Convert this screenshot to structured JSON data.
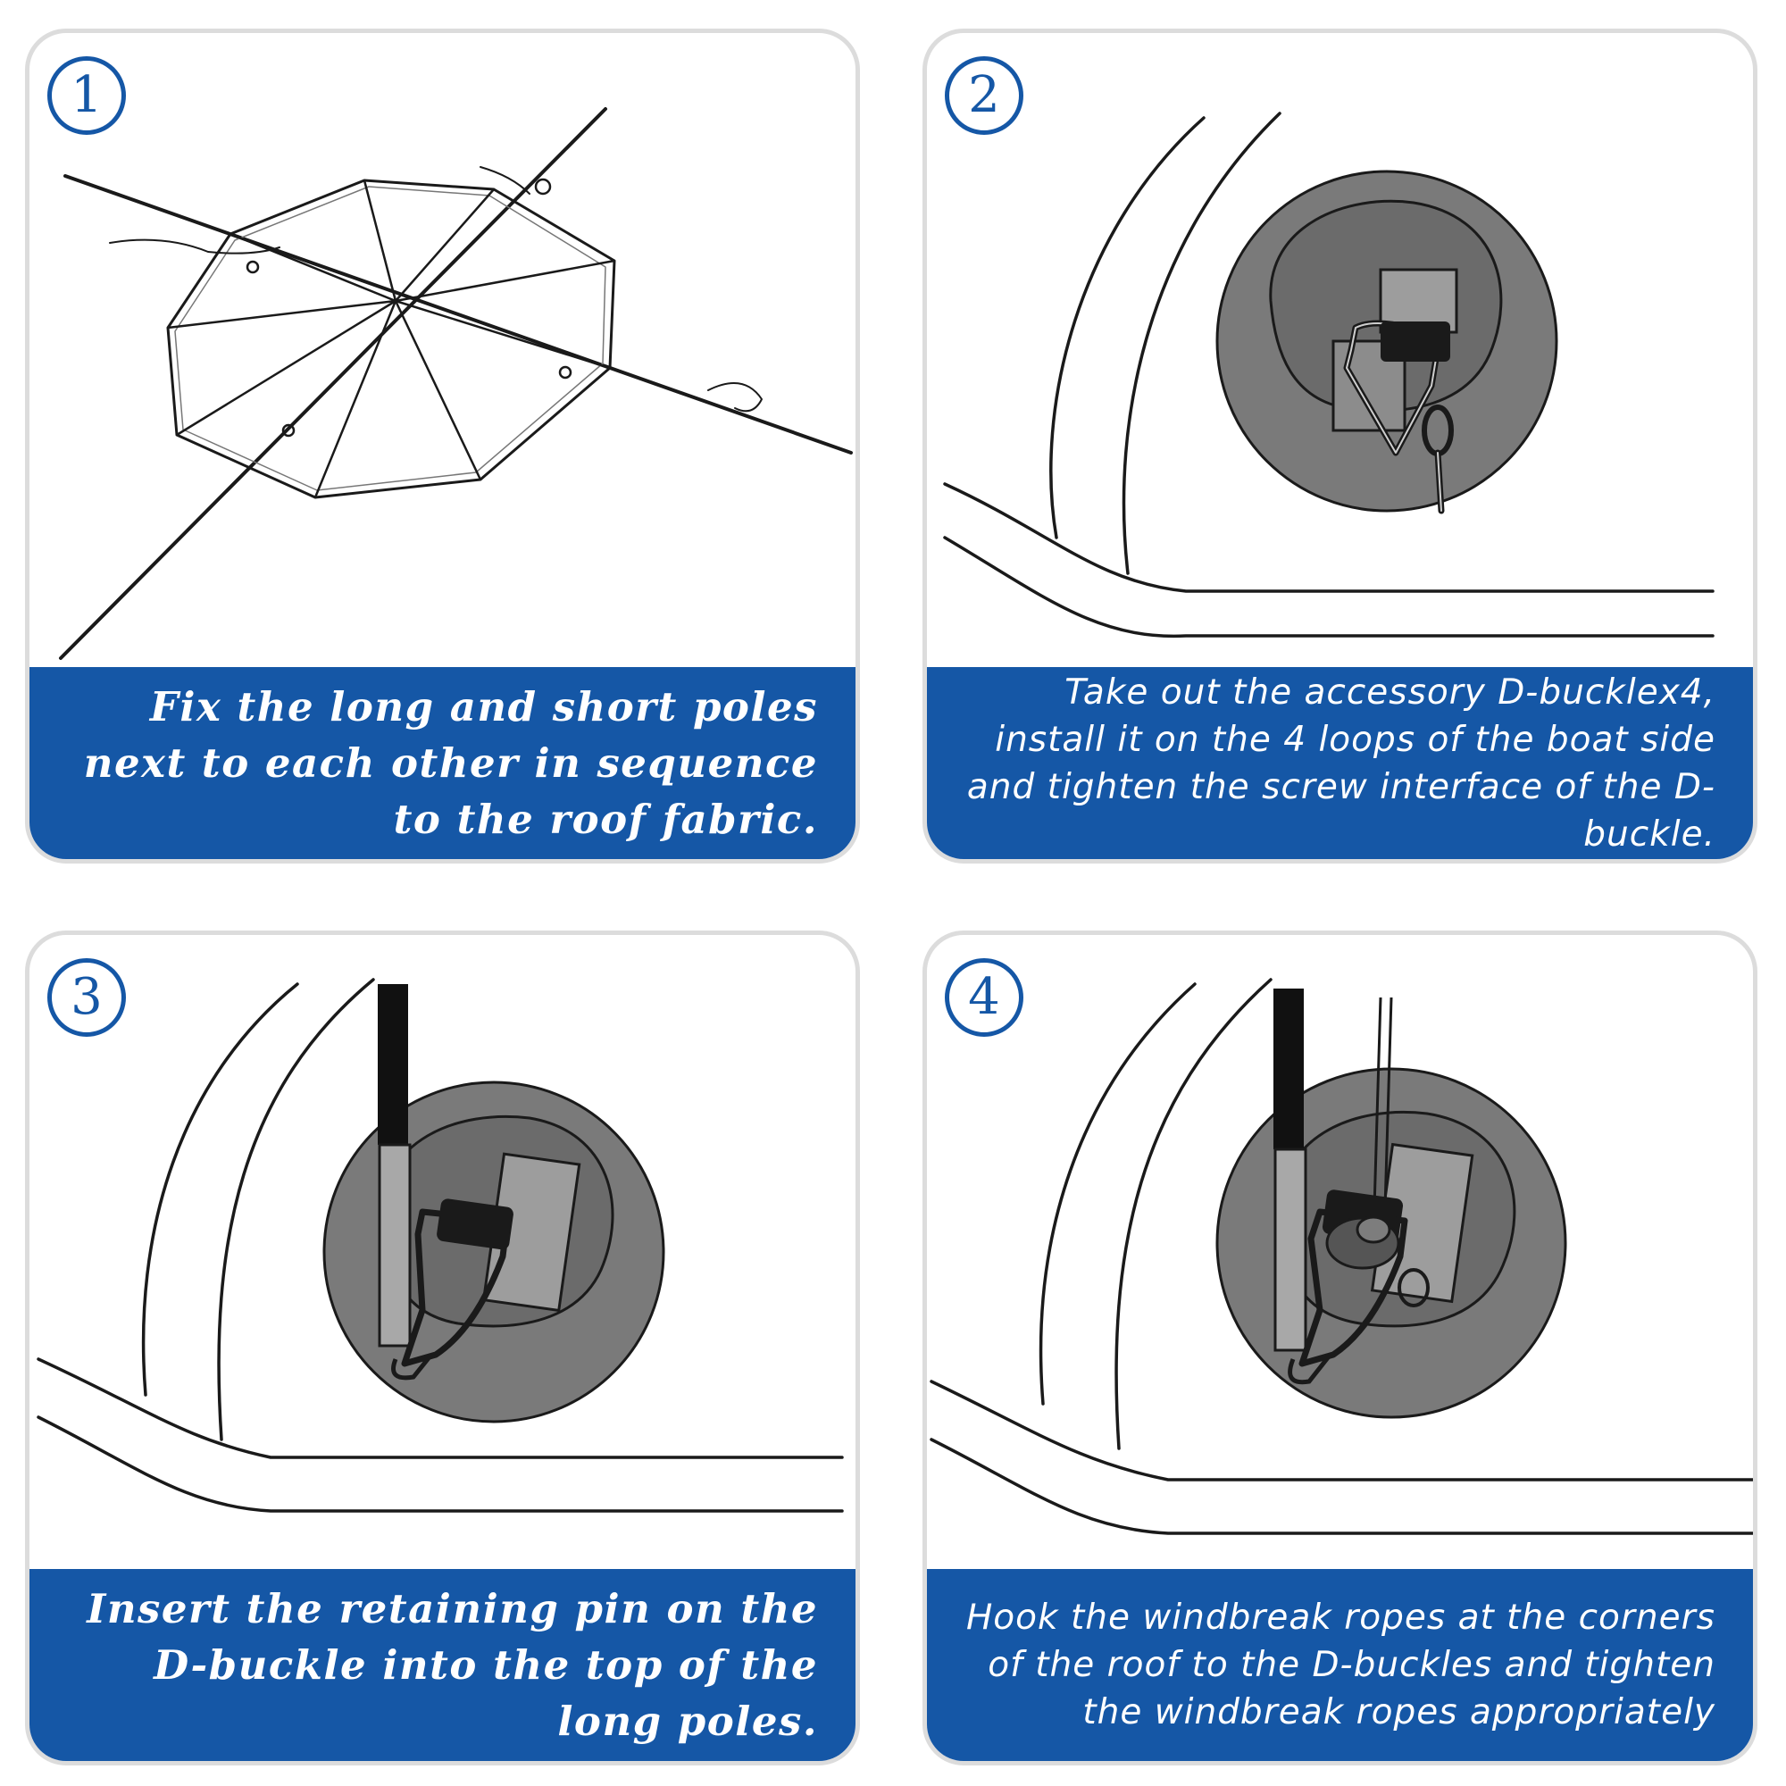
{
  "steps": [
    {
      "number": "1",
      "caption": "Fix the long and short poles next to each other in sequence to the roof fabric."
    },
    {
      "number": "2",
      "caption": "Take out the accessory D-bucklex4, install it on the 4 loops of the boat side and tighten the screw interface of the D-buckle."
    },
    {
      "number": "3",
      "caption": "Insert the retaining pin on the D-buckle into the top of the long poles."
    },
    {
      "number": "4",
      "caption": "Hook the windbreak ropes at the corners of the roof to the D-buckles and tighten the windbreak ropes appropriately"
    }
  ],
  "colors": {
    "accent": "#1557a6",
    "patch": "#7a7a7a",
    "line": "#1a1a1a",
    "border": "#dcdcdc"
  }
}
